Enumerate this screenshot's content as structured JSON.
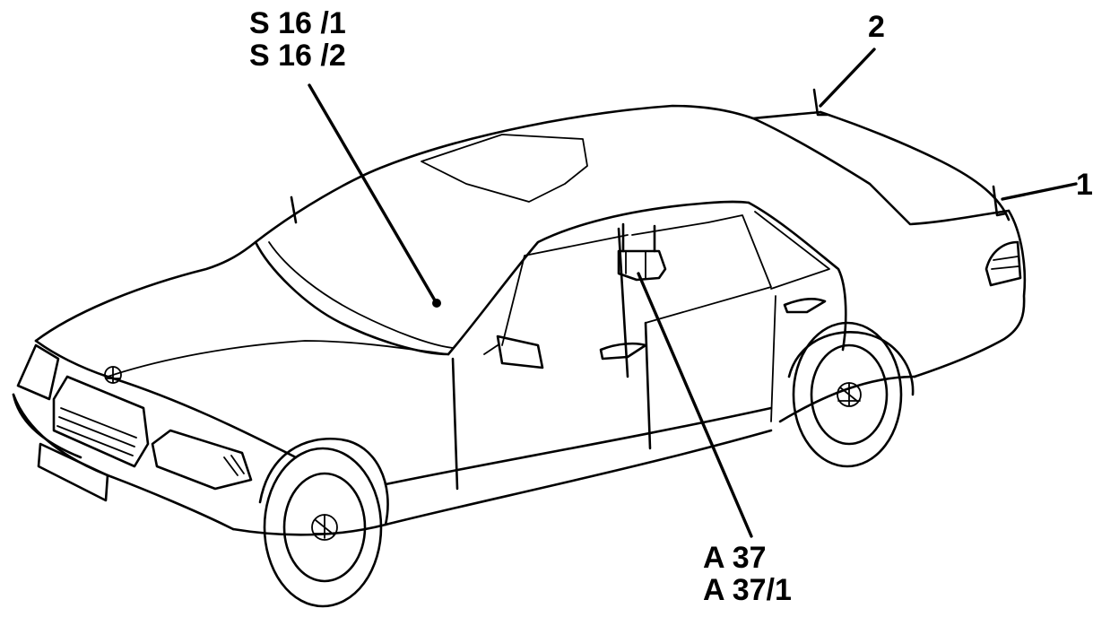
{
  "diagram": {
    "callouts": [
      {
        "id": "s16",
        "lines": [
          "S 16 /1",
          "S 16 /2"
        ]
      },
      {
        "id": "a37",
        "lines": [
          "A 37",
          "A 37/1"
        ]
      },
      {
        "id": "c2",
        "lines": [
          "2"
        ]
      },
      {
        "id": "c1",
        "lines": [
          "1"
        ]
      }
    ]
  }
}
